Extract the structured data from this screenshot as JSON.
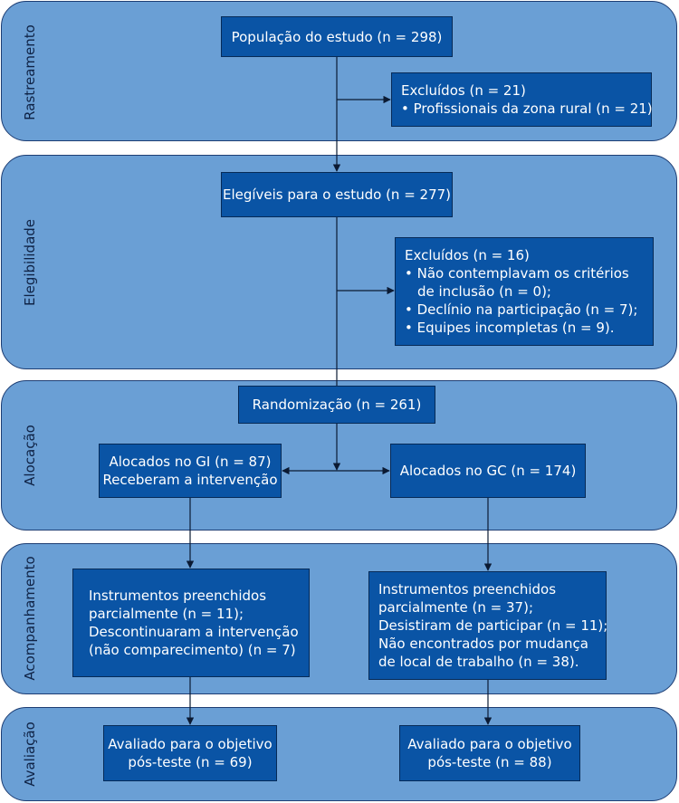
{
  "stages": {
    "screening": "Rastreamento",
    "eligibility": "Elegibilidade",
    "allocation": "Alocação",
    "followup": "Acompanhamento",
    "evaluation": "Avaliação"
  },
  "boxes": {
    "population": "População do estudo (n = 298)",
    "excluded1": {
      "title": "Excluídos (n = 21)",
      "items": [
        "• Profissionais da zona rural (n = 21)"
      ]
    },
    "eligible": "Elegíveis para o estudo (n = 277)",
    "excluded2": {
      "title": "Excluídos (n = 16)",
      "lines": [
        "• Não contemplavam os critérios",
        "de inclusão (n = 0);",
        "• Declínio na participação (n = 7);",
        "• Equipes incompletas (n = 9)."
      ]
    },
    "randomization": "Randomização (n = 261)",
    "gi": [
      "Alocados no GI (n = 87)",
      "Receberam a intervenção"
    ],
    "gc": "Alocados no GC (n = 174)",
    "followup_gi": [
      "Instrumentos preenchidos",
      "parcialmente (n = 11);",
      "Descontinuaram a intervenção",
      "(não comparecimento) (n = 7)"
    ],
    "followup_gc": [
      "Instrumentos preenchidos",
      "parcialmente (n = 37);",
      "Desistiram de participar (n = 11);",
      "Não encontrados por mudança",
      "de local de trabalho (n = 38)."
    ],
    "eval_gi": [
      "Avaliado para o objetivo",
      "pós-teste (n = 69)"
    ],
    "eval_gc": [
      "Avaliado para o objetivo",
      "pós-teste (n = 88)"
    ]
  },
  "colors": {
    "stage_fill": "#6a9fd5",
    "box_fill": "#0a54a5",
    "line": "#0b1a33"
  }
}
